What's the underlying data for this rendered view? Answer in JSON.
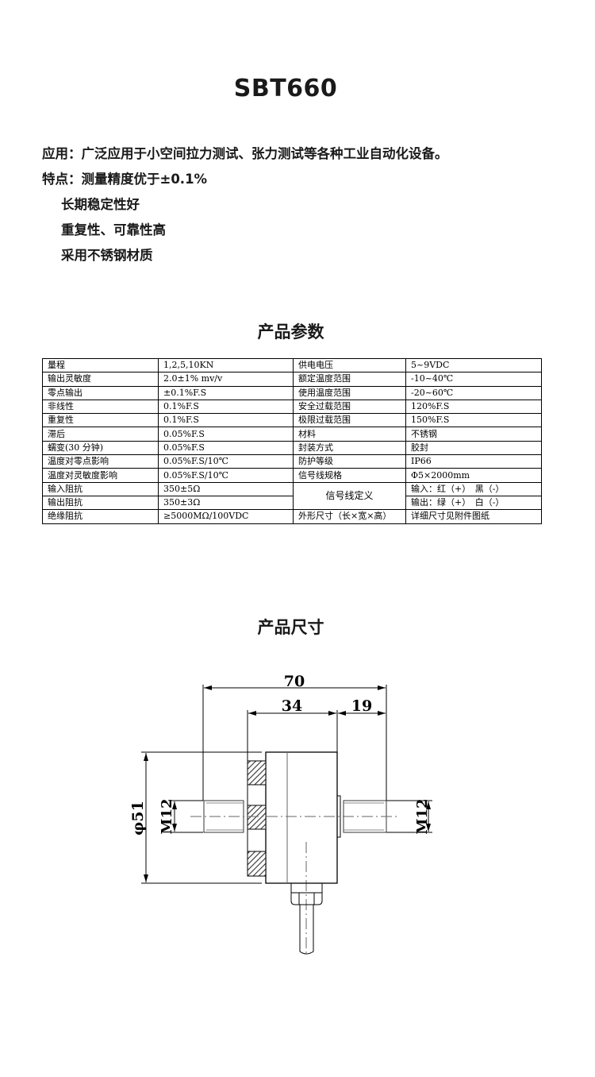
{
  "product": {
    "model": "SBT660"
  },
  "intro": {
    "application": "应用：广泛应用于小空间拉力测试、张力测试等各种工业自动化设备。",
    "features_label": "特点：测量精度优于±0.1%",
    "features": [
      "长期稳定性好",
      "重复性、可靠性高",
      "采用不锈钢材质"
    ]
  },
  "params_section": {
    "title": "产品参数",
    "rows": [
      {
        "k1": "量程",
        "v1": "1,2,5,10KN",
        "k2": "供电电压",
        "v2": "5~9VDC"
      },
      {
        "k1": "输出灵敏度",
        "v1": "2.0±1% mv/v",
        "k2": "额定温度范围",
        "v2": "-10~40℃"
      },
      {
        "k1": "零点输出",
        "v1": "±0.1%F.S",
        "k2": "使用温度范围",
        "v2": "-20~60℃"
      },
      {
        "k1": "非线性",
        "v1": "0.1%F.S",
        "k2": "安全过载范围",
        "v2": "120%F.S"
      },
      {
        "k1": "重复性",
        "v1": "0.1%F.S",
        "k2": "极限过载范围",
        "v2": "150%F.S"
      },
      {
        "k1": "滞后",
        "v1": "0.05%F.S",
        "k2": "材料",
        "v2": "不锈钢"
      },
      {
        "k1": "蠕变(30 分钟)",
        "v1": "0.05%F.S",
        "k2": "封装方式",
        "v2": "胶封"
      },
      {
        "k1": "温度对零点影响",
        "v1": "0.05%F.S/10℃",
        "k2": "防护等级",
        "v2": "IP66"
      },
      {
        "k1": "温度对灵敏度影响",
        "v1": "0.05%F.S/10℃",
        "k2": "信号线规格",
        "v2": "Φ5×2000mm"
      },
      {
        "k1": "输入阻抗",
        "v1": "350±5Ω",
        "k2": "信号线定义",
        "v2": "输入：红（+）　黑（-）"
      },
      {
        "k1": "输出阻抗",
        "v1": "350±3Ω",
        "v2": "输出：绿（+）　白（-）"
      },
      {
        "k1": "绝缘阻抗",
        "v1": "≥5000MΩ/100VDC",
        "k2": "外形尺寸（长×宽×高）",
        "v2": "详细尺寸见附件图纸"
      }
    ]
  },
  "dimensions_section": {
    "title": "产品尺寸",
    "labels": {
      "overall_length": "70",
      "body_length": "34",
      "thread_length": "19",
      "diameter": "φ51",
      "left_thread": "M12",
      "right_thread": "M12"
    }
  }
}
